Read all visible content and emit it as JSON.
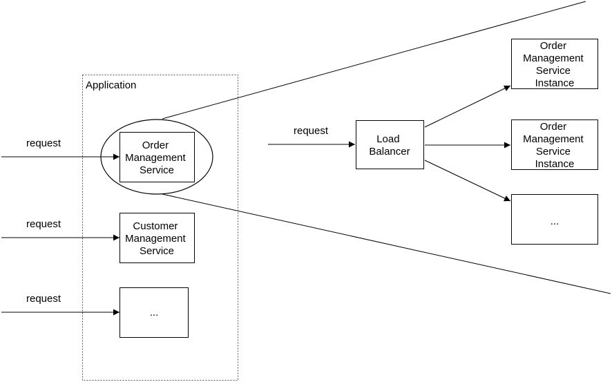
{
  "application": {
    "label": "Application"
  },
  "requests": {
    "left_1": "request",
    "left_2": "request",
    "left_3": "request",
    "balancer": "request"
  },
  "services": {
    "order": [
      "Order",
      "Management",
      "Service"
    ],
    "customer": [
      "Customer",
      "Management",
      "Service"
    ],
    "more": "..."
  },
  "load_balancer": [
    "Load",
    "Balancer"
  ],
  "instances": {
    "first": [
      "Order",
      "Management",
      "Service",
      "Instance"
    ],
    "second": [
      "Order",
      "Management",
      "Service",
      "Instance"
    ],
    "more": "..."
  }
}
